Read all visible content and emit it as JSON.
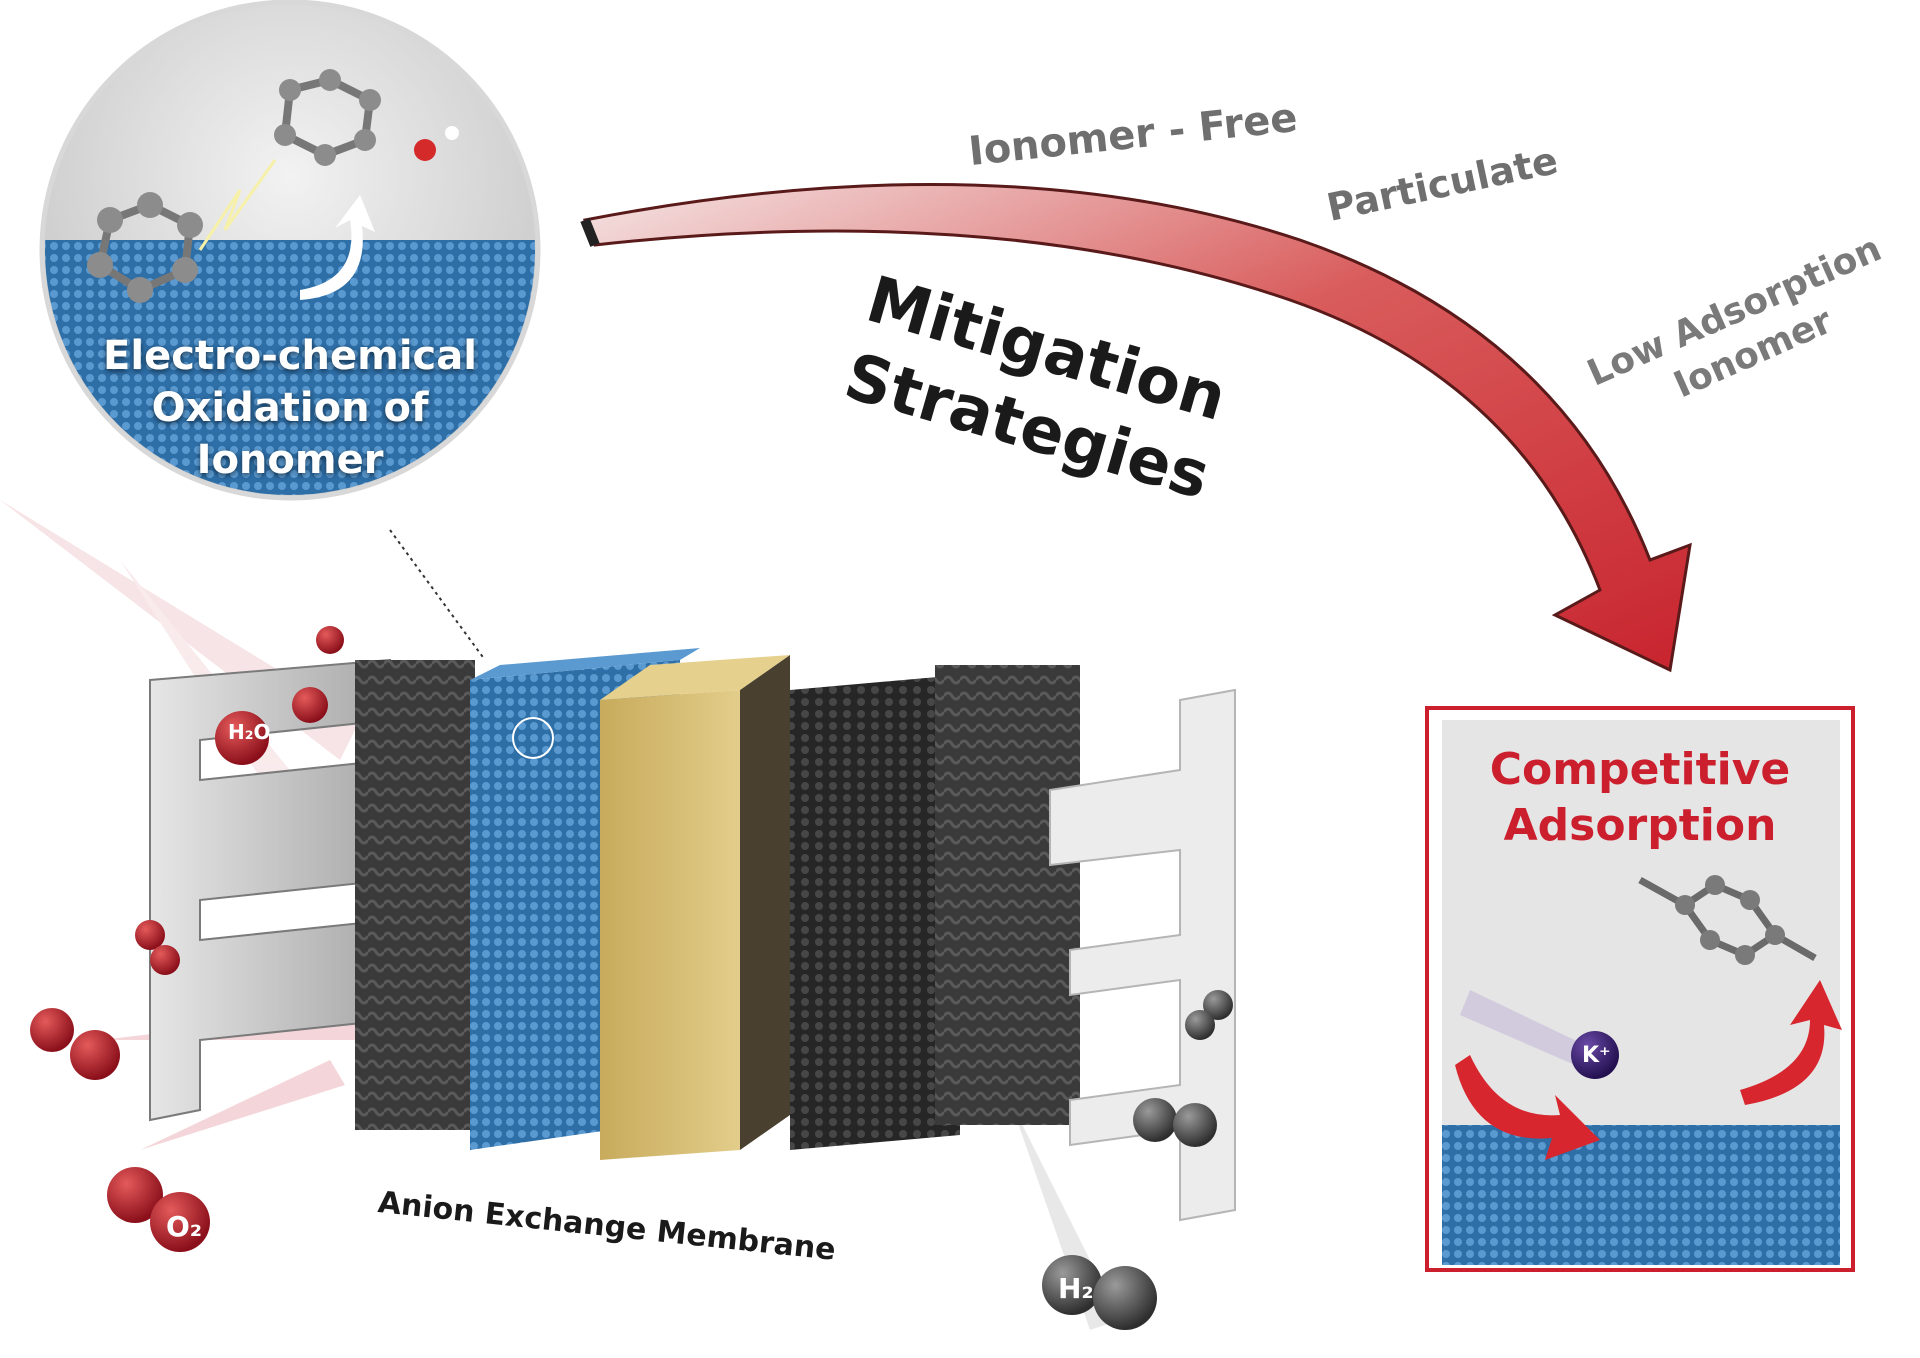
{
  "inset": {
    "title": "Electro-chemical Oxidation of Ionomer"
  },
  "mitigation": {
    "title": "Mitigation Strategies",
    "strategies": [
      "Ionomer - Free",
      "Particulate",
      "Low Adsorption Ionomer"
    ]
  },
  "competitive": {
    "title": "Competitive Adsorption"
  },
  "membrane": {
    "label": "Anion Exchange Membrane"
  },
  "molecules": {
    "h2o": "H₂O",
    "o2": "O₂",
    "h2": "H₂",
    "kplus": "K⁺"
  },
  "colors": {
    "accent_red": "#cc1f2e",
    "catalyst_blue": "#2e6fa8",
    "membrane_gold": "#c8ab5c",
    "layer_dark": "#3a3a3a"
  }
}
